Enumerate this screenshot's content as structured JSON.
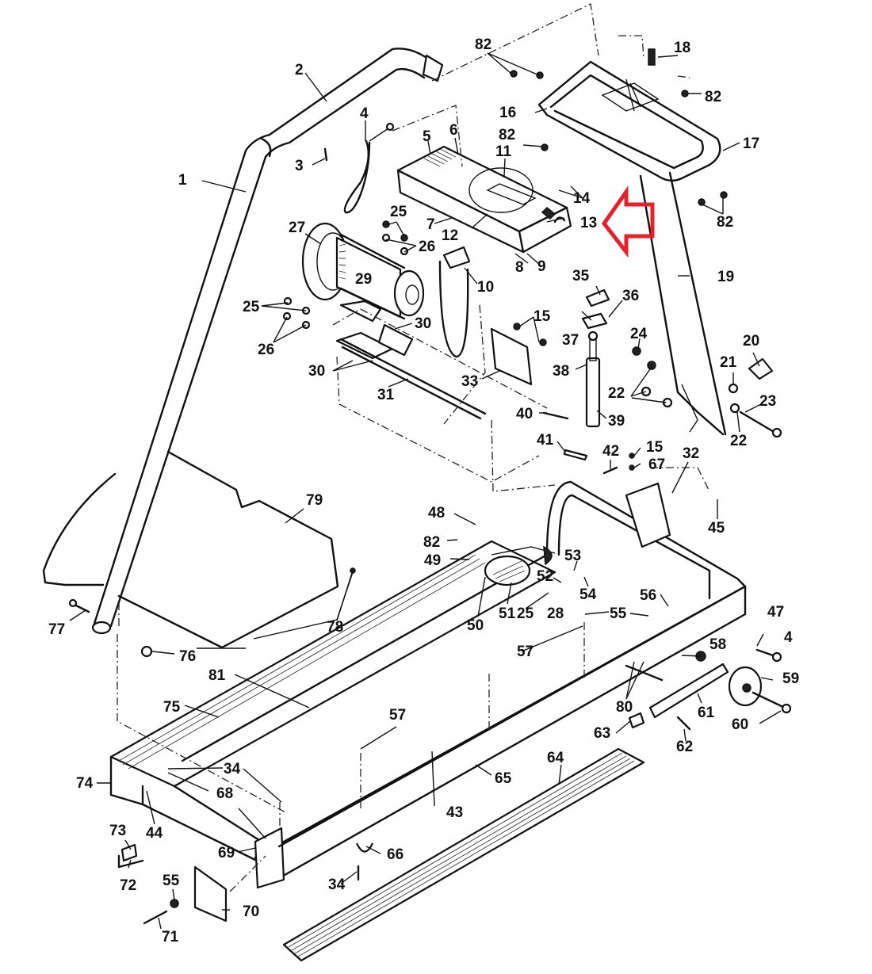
{
  "diagram": {
    "title": "Treadmill exploded parts diagram",
    "highlight": {
      "target_part": "13",
      "indicator": "red-arrow",
      "color": "#e8202a"
    },
    "callouts": [
      "1",
      "2",
      "3",
      "4",
      "5",
      "6",
      "7",
      "8",
      "9",
      "10",
      "11",
      "12",
      "13",
      "14",
      "15",
      "15b",
      "16",
      "17",
      "18",
      "19",
      "20",
      "21",
      "22",
      "22b",
      "22c",
      "23",
      "24",
      "25",
      "25b",
      "25c",
      "26",
      "26b",
      "27",
      "28",
      "29",
      "30",
      "30b",
      "31",
      "32",
      "33",
      "34",
      "34b",
      "35",
      "36",
      "37",
      "38",
      "39",
      "40",
      "41",
      "42",
      "43",
      "44",
      "45",
      "47",
      "48",
      "49",
      "50",
      "51",
      "52",
      "53",
      "54",
      "55",
      "55b",
      "56",
      "57",
      "57b",
      "58",
      "59",
      "60",
      "61",
      "62",
      "63",
      "64",
      "65",
      "66",
      "67",
      "68",
      "69",
      "70",
      "71",
      "72",
      "73",
      "74",
      "75",
      "76",
      "77",
      "78",
      "79",
      "80",
      "81",
      "82",
      "82b",
      "82c",
      "82d",
      "82e",
      "4b"
    ],
    "labels": {
      "1": "1",
      "2": "2",
      "3": "3",
      "4": "4",
      "4b": "4",
      "5": "5",
      "6": "6",
      "7": "7",
      "8": "8",
      "9": "9",
      "10": "10",
      "11": "11",
      "12": "12",
      "13": "13",
      "14": "14",
      "15": "15",
      "15b": "15",
      "16": "16",
      "17": "17",
      "18": "18",
      "19": "19",
      "20": "20",
      "21": "21",
      "22": "22",
      "22b": "22",
      "22c": "22",
      "23": "23",
      "24": "24",
      "25": "25",
      "25b": "25",
      "25c": "25",
      "26": "26",
      "26b": "26",
      "27": "27",
      "28": "28",
      "29": "29",
      "30": "30",
      "30b": "30",
      "31": "31",
      "32": "32",
      "33": "33",
      "34": "34",
      "34b": "34",
      "35": "35",
      "36": "36",
      "37": "37",
      "38": "38",
      "39": "39",
      "40": "40",
      "41": "41",
      "42": "42",
      "43": "43",
      "44": "44",
      "45": "45",
      "47": "47",
      "48": "48",
      "49": "49",
      "50": "50",
      "51": "51",
      "52": "52",
      "53": "53",
      "54": "54",
      "55": "55",
      "55b": "55",
      "56": "56",
      "57": "57",
      "57b": "57",
      "58": "58",
      "59": "59",
      "60": "60",
      "61": "61",
      "62": "62",
      "63": "63",
      "64": "64",
      "65": "65",
      "66": "66",
      "67": "67",
      "68": "68",
      "69": "69",
      "70": "70",
      "71": "71",
      "72": "72",
      "73": "73",
      "74": "74",
      "75": "75",
      "76": "76",
      "77": "77",
      "78": "78",
      "79": "79",
      "80": "80",
      "81": "81",
      "82": "82",
      "82b": "82",
      "82c": "82",
      "82d": "82",
      "82e": "82"
    }
  }
}
